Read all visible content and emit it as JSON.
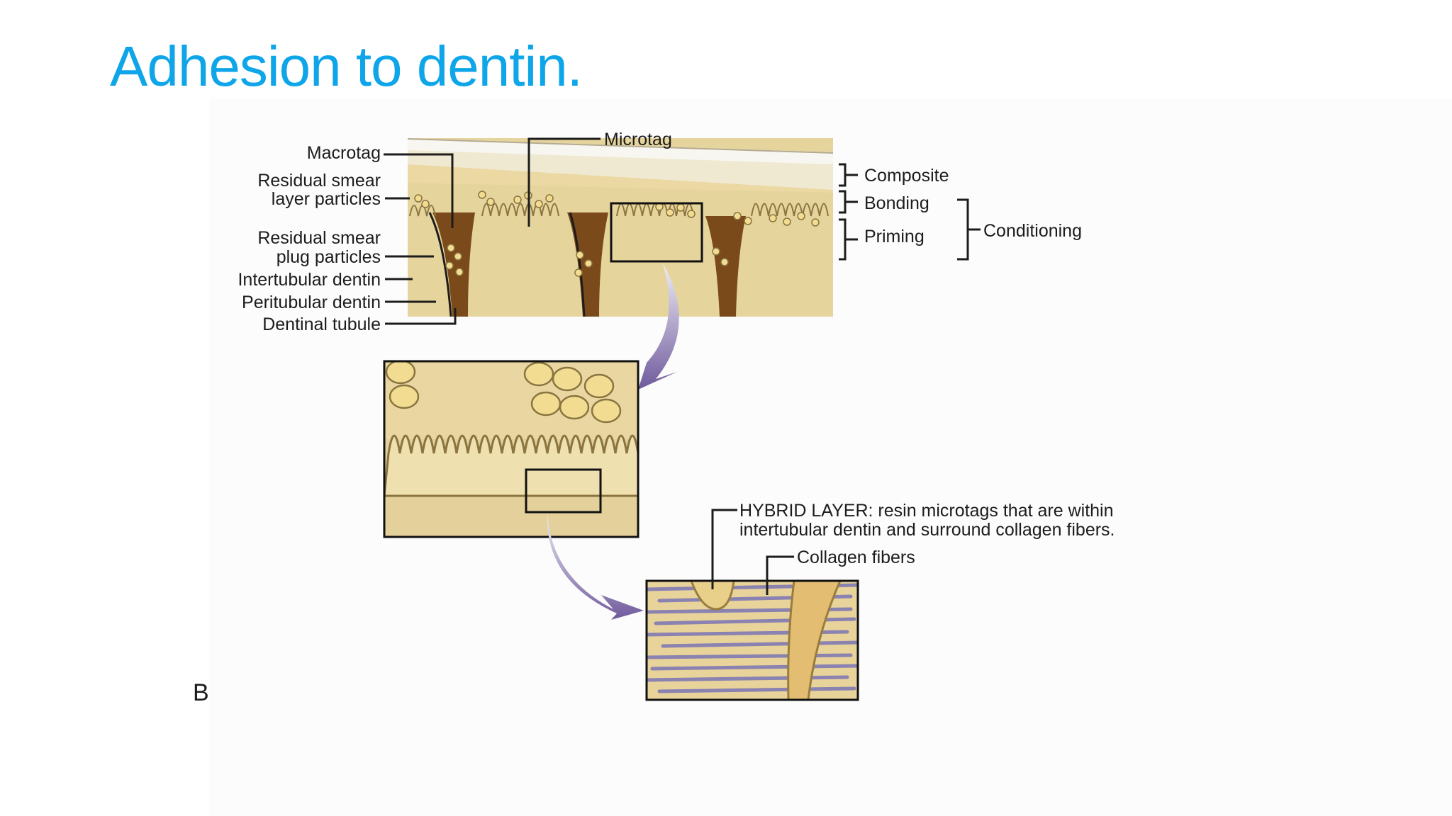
{
  "slide": {
    "title": "Adhesion to dentin."
  },
  "diagram": {
    "labels": {
      "macrotag": "Macrotag",
      "microtag": "Microtag",
      "residual_smear_layer": [
        "Residual smear",
        "layer particles"
      ],
      "residual_smear_plug": [
        "Residual smear",
        "plug particles"
      ],
      "intertubular_dentin": "Intertubular dentin",
      "peritubular_dentin": "Peritubular dentin",
      "dentinal_tubule": "Dentinal tubule",
      "composite": "Composite",
      "bonding": "Bonding",
      "priming": "Priming",
      "conditioning": "Conditioning",
      "hybrid_layer": [
        "HYBRID LAYER: resin microtags that are within",
        "intertubular dentin and surround collagen fibers."
      ],
      "collagen_fibers": "Collagen fibers",
      "panel_letter": "B"
    },
    "colors": {
      "dentin": "#e6d49d",
      "dentin_light": "#efe2b2",
      "bonding": "#e9d6a0",
      "composite": "#f3f1e9",
      "tubule": "#7a4a1a",
      "smear_particle": "#f1dc92",
      "arrow": "#6f5a9c",
      "collagen": "#8a82b0",
      "title": "#0ea5e9"
    }
  }
}
